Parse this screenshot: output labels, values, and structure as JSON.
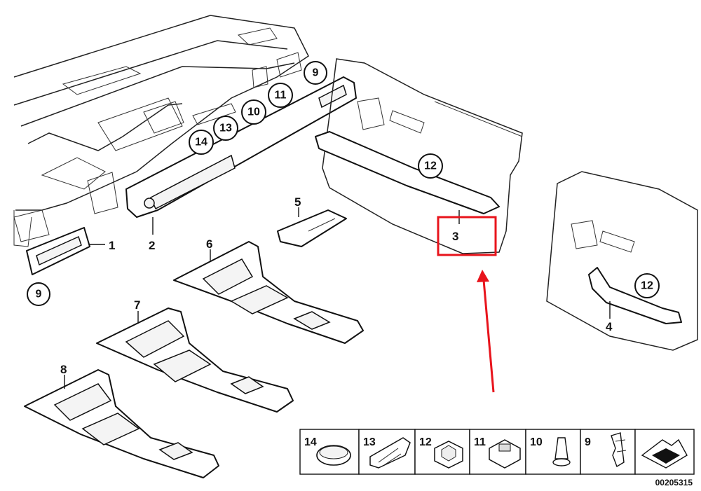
{
  "callouts": {
    "part_1": "1",
    "part_2": "2",
    "part_3": "3",
    "part_4": "4",
    "part_5": "5",
    "part_6": "6",
    "part_7": "7",
    "part_8": "8",
    "circle_9_lower": "9",
    "circle_9_upper": "9",
    "circle_10": "10",
    "circle_11": "11",
    "circle_12_front": "12",
    "circle_12_rear": "12",
    "circle_13": "13",
    "circle_14": "14"
  },
  "highlight": {
    "color": "#e8141c",
    "part": "3"
  },
  "parts_table": [
    {
      "num": "14",
      "icon": "oval-cap-icon"
    },
    {
      "num": "13",
      "icon": "spring-clip-icon"
    },
    {
      "num": "12",
      "icon": "square-clip-icon"
    },
    {
      "num": "11",
      "icon": "trim-clip-icon"
    },
    {
      "num": "10",
      "icon": "expanding-rivet-icon"
    },
    {
      "num": "9",
      "icon": "metal-clip-icon"
    }
  ],
  "document_number": "00205315"
}
